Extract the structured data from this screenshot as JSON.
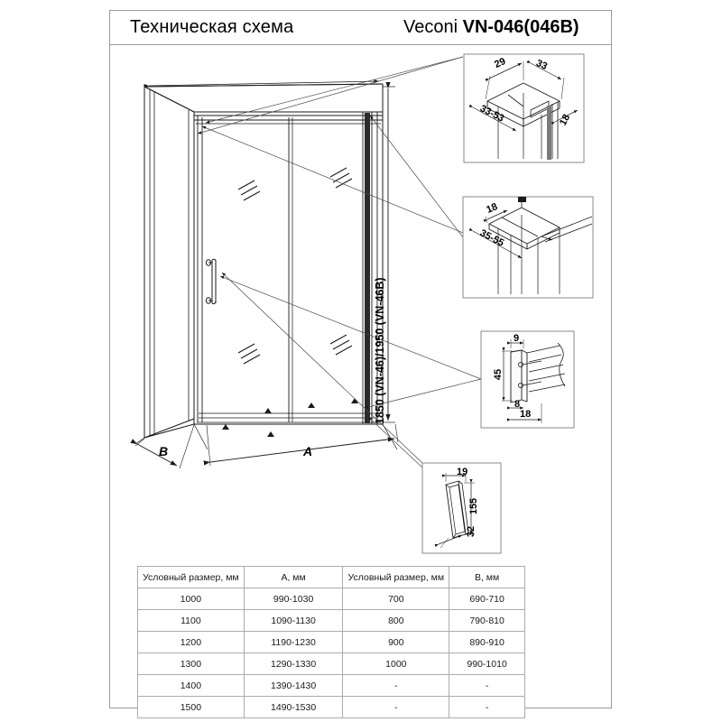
{
  "header": {
    "doc_title": "Техническая схема",
    "model_prefix": "Veconi ",
    "model_code": "VN-046(046B)"
  },
  "main_drawing": {
    "name": "shower-enclosure-isometric",
    "height_label": "1850 (VN-46)/1950 (VN-46B)",
    "width_label": "A",
    "depth_label": "B"
  },
  "detail_views": [
    {
      "id": "detail-top-profile",
      "dims": [
        "29",
        "33",
        "33-53",
        "18"
      ]
    },
    {
      "id": "detail-bottom-profile",
      "dims": [
        "18",
        "35-55"
      ]
    },
    {
      "id": "detail-roller-bracket",
      "dims": [
        "9",
        "45",
        "8",
        "18"
      ]
    },
    {
      "id": "detail-handle",
      "dims": [
        "19",
        "155",
        "32"
      ]
    }
  ],
  "spec_table": {
    "headers": [
      "Условный размер, мм",
      "A, мм",
      "Условный размер, мм",
      "B, мм"
    ],
    "rows": [
      [
        "1000",
        "990-1030",
        "700",
        "690-710"
      ],
      [
        "1100",
        "1090-1130",
        "800",
        "790-810"
      ],
      [
        "1200",
        "1190-1230",
        "900",
        "890-910"
      ],
      [
        "1300",
        "1290-1330",
        "1000",
        "990-1010"
      ],
      [
        "1400",
        "1390-1430",
        "-",
        "-"
      ],
      [
        "1500",
        "1490-1530",
        "-",
        "-"
      ]
    ]
  },
  "colors": {
    "line": "#1a1a1a",
    "frame": "#9a9a9a",
    "table_border": "#acacac",
    "glass_edge": "#333333"
  }
}
